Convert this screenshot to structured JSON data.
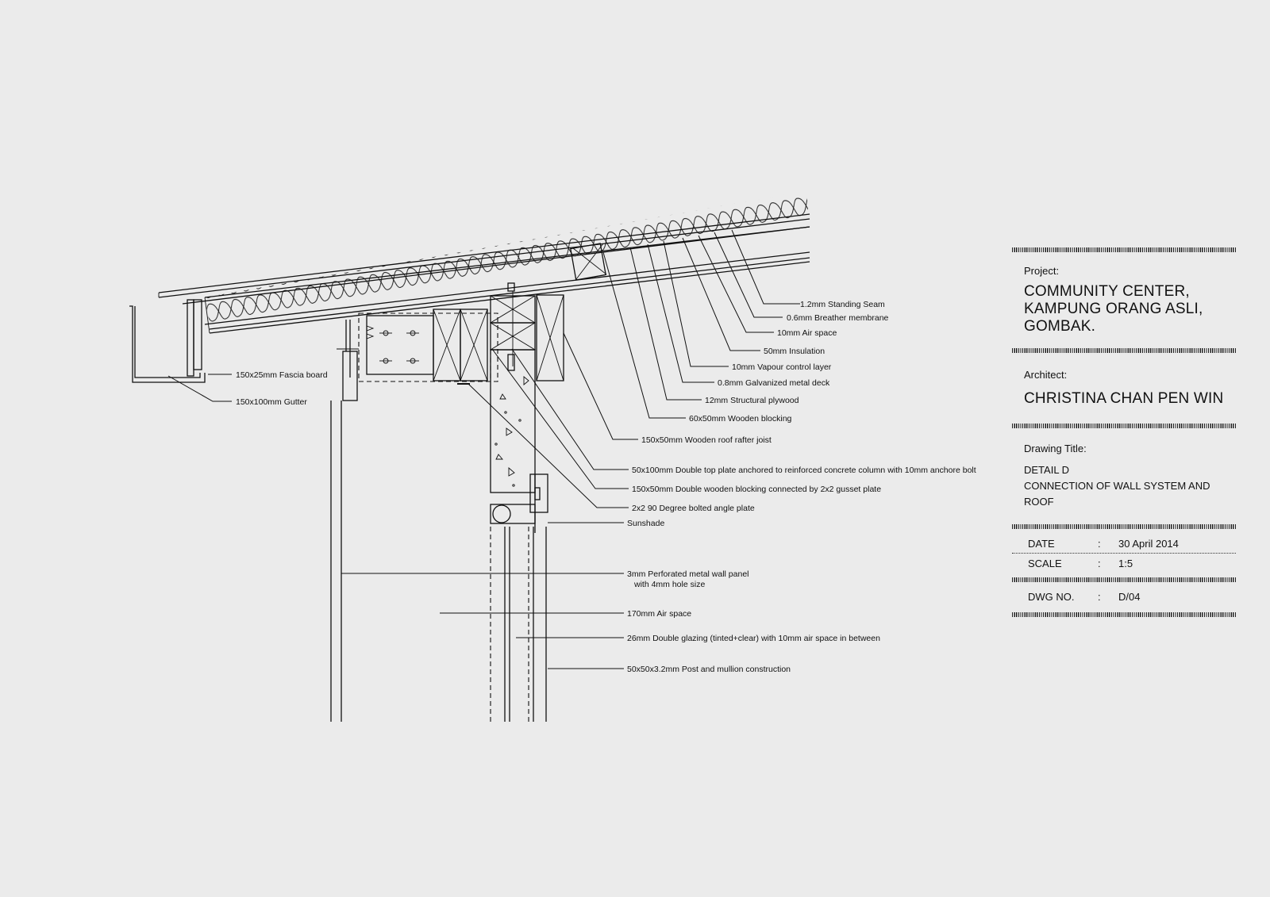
{
  "callouts": {
    "standing_seam": "1.2mm Standing Seam",
    "breather_membrane": "0.6mm Breather membrane",
    "air_space_10": "10mm Air space",
    "insulation": "50mm Insulation",
    "vapour_layer": "10mm Vapour control layer",
    "metal_deck": "0.8mm Galvanized metal deck",
    "plywood": "12mm Structural plywood",
    "wooden_blocking": "60x50mm Wooden blocking",
    "rafter_joist": "150x50mm Wooden roof rafter joist",
    "top_plate": "50x100mm Double top plate anchored to reinforced concrete column with 10mm anchore bolt",
    "double_blocking": "150x50mm Double wooden blocking connected by 2x2 gusset plate",
    "angle_plate": "2x2 90 Degree bolted angle plate",
    "sunshade": "Sunshade",
    "perforated_panel_line1": "3mm Perforated metal wall panel",
    "perforated_panel_line2": "with 4mm hole size",
    "air_space_170": "170mm Air space",
    "double_glazing": "26mm Double glazing (tinted+clear) with 10mm air space in between",
    "post_mullion": "50x50x3.2mm Post and mullion construction",
    "fascia_board": "150x25mm Fascia board",
    "gutter": "150x100mm Gutter"
  },
  "title_block": {
    "project_label": "Project:",
    "project_line1": "COMMUNITY CENTER,",
    "project_line2": "KAMPUNG ORANG ASLI,",
    "project_line3": "GOMBAK.",
    "architect_label": "Architect:",
    "architect_name": "CHRISTINA CHAN PEN WIN",
    "drawing_title_label": "Drawing Title:",
    "drawing_title_line1": "DETAIL D",
    "drawing_title_line2": "CONNECTION OF WALL SYSTEM AND ROOF",
    "date_label": "DATE",
    "date_value": "30 April 2014",
    "scale_label": "SCALE",
    "scale_value": "1:5",
    "dwg_label": "DWG NO.",
    "dwg_value": "D/04",
    "separator": ":"
  }
}
